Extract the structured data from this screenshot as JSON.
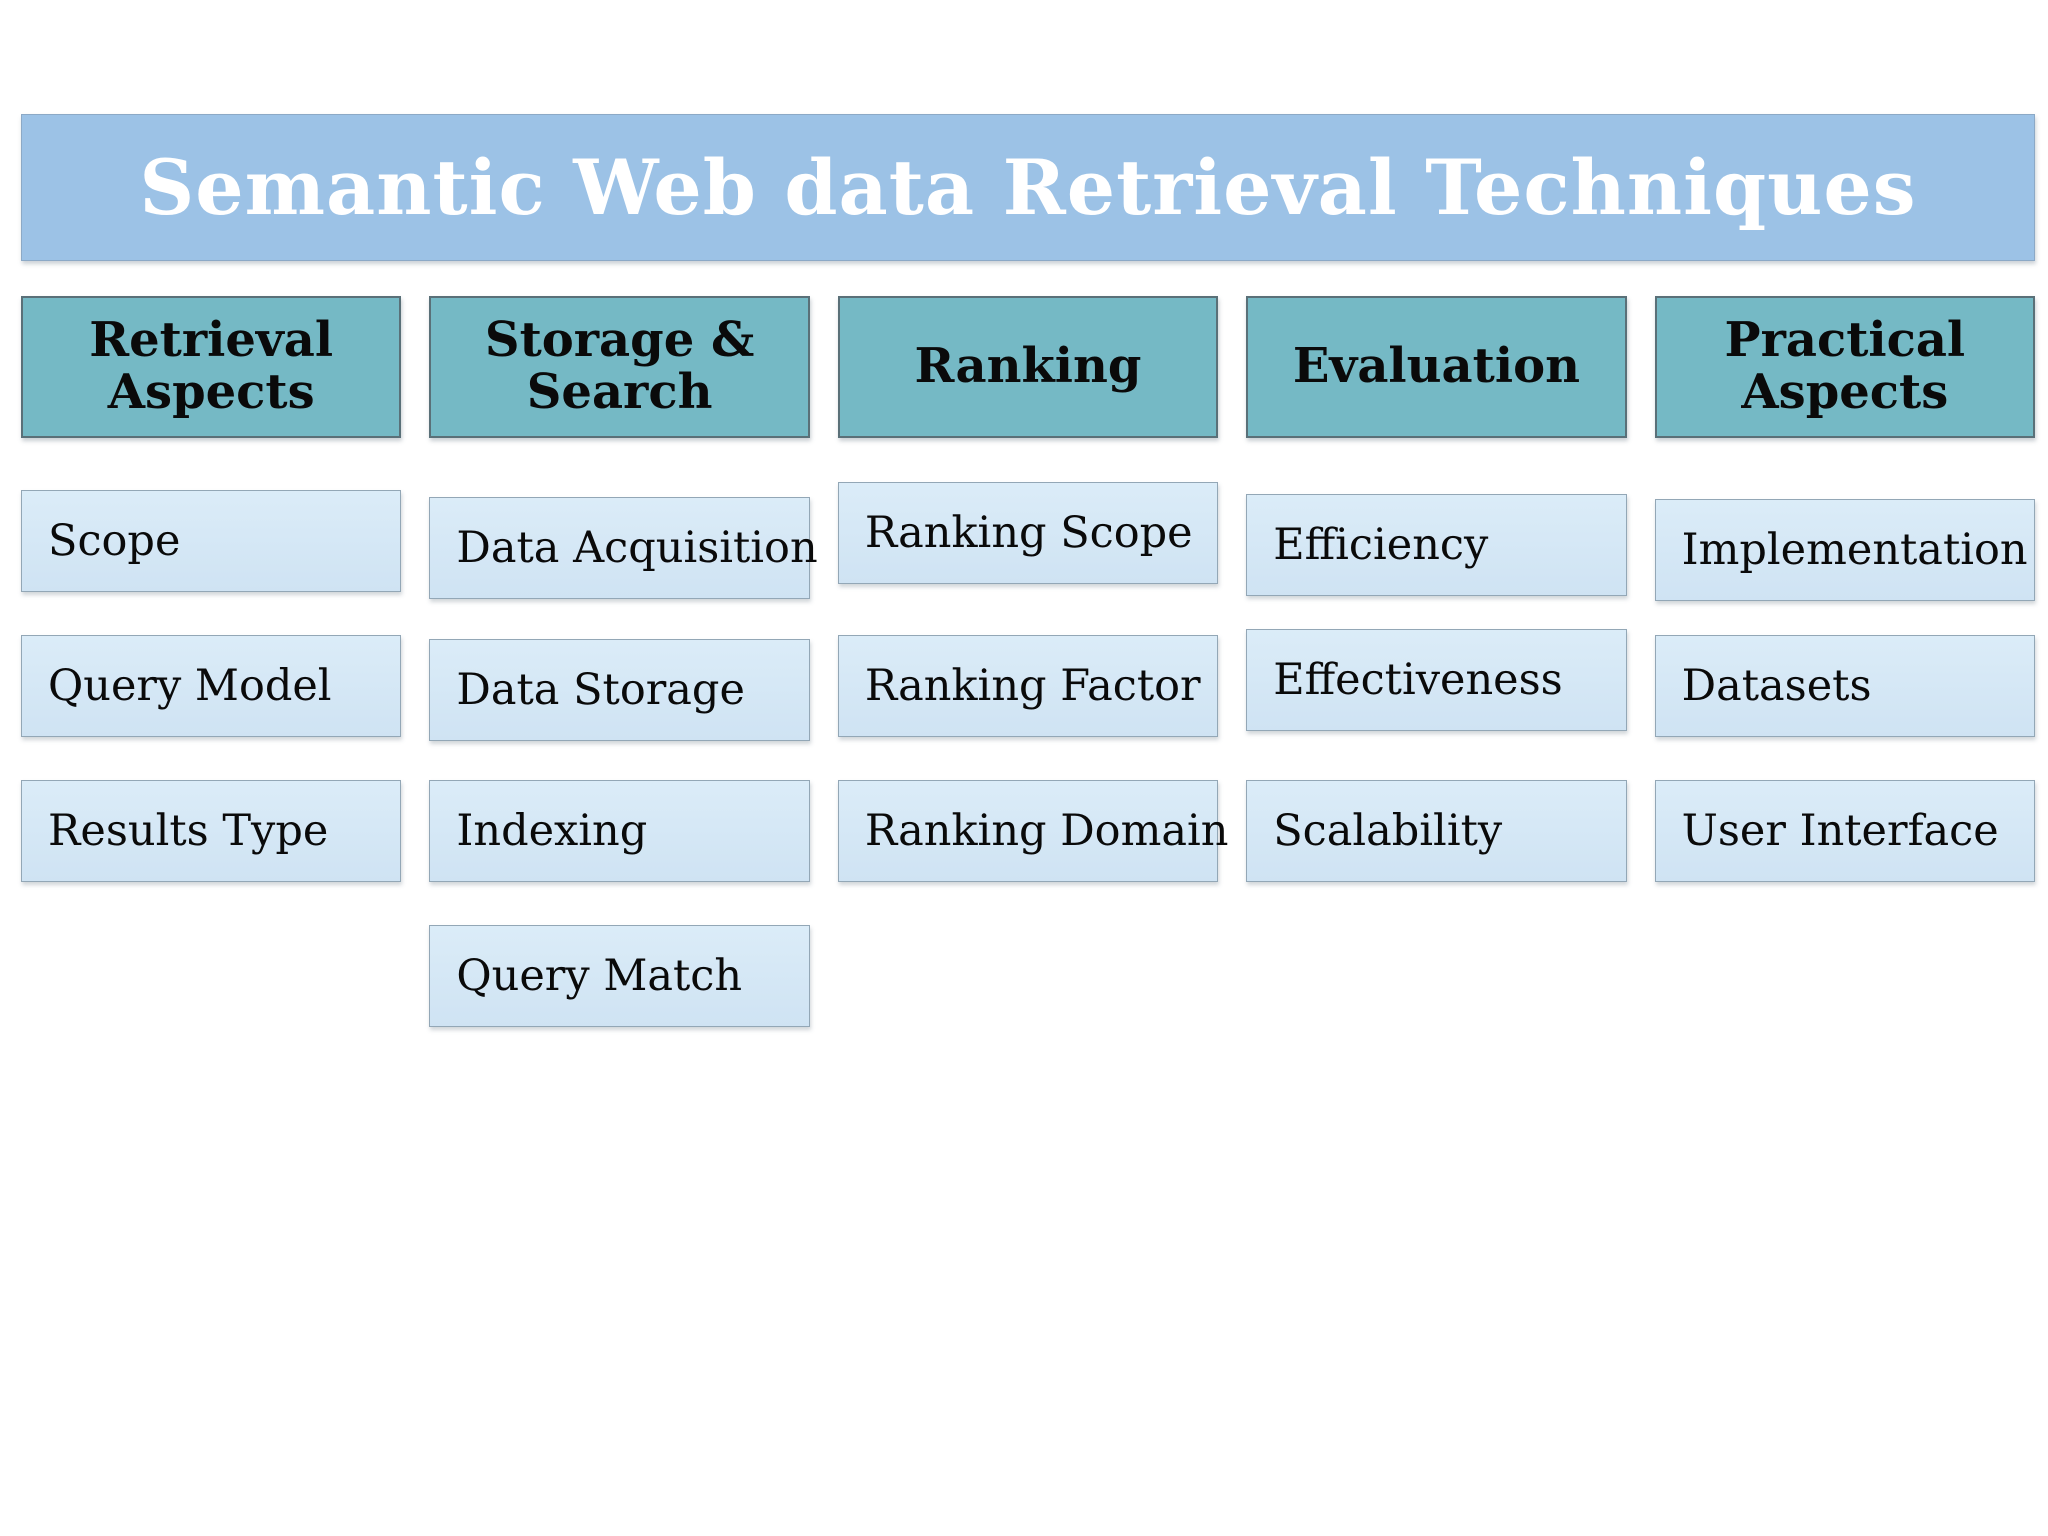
{
  "title": "Semantic Web data Retrieval Techniques",
  "colors": {
    "banner_bg": "#9CC2E6",
    "header_bg": "#75B9C5",
    "header_border": "#5A7078",
    "item_bg": "#D6E8F6",
    "item_border": "#93A7B6",
    "title_text": "#FFFFFF",
    "body_text": "#0A0A0A"
  },
  "columns": [
    {
      "header": "Retrieval Aspects",
      "items": [
        "Scope",
        "Query Model",
        "Results Type"
      ]
    },
    {
      "header": "Storage & Search",
      "items": [
        "Data Acquisition",
        "Data Storage",
        "Indexing",
        "Query Match"
      ]
    },
    {
      "header": "Ranking",
      "items": [
        "Ranking Scope",
        "Ranking Factor",
        "Ranking Domain"
      ]
    },
    {
      "header": "Evaluation",
      "items": [
        "Efficiency",
        "Effectiveness",
        "Scalability"
      ]
    },
    {
      "header": "Practical Aspects",
      "items": [
        "Implementation",
        "Datasets",
        "User Interface"
      ]
    }
  ]
}
